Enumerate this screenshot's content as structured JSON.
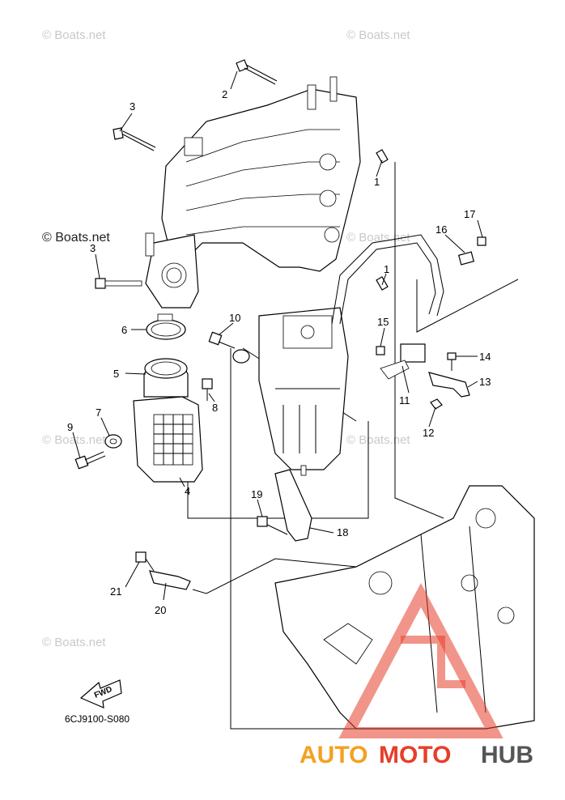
{
  "watermarks": {
    "top_left": "© Boats.net",
    "top_right": "© Boats.net",
    "upper_mid_left": "© Boats.net",
    "upper_mid_right": "© Boats.net",
    "mid_left": "© Boats.net",
    "mid_right": "© Boats.net",
    "lower_left": "© Boats.net"
  },
  "diagram_code": "6CJ9100-S080",
  "fwd_label": "FWD",
  "brand_logo": {
    "auto": "AUTO",
    "moto": "MOTO",
    "hub": "HUB",
    "colors": {
      "auto": "#f4a020",
      "moto": "#e63e2a",
      "hub": "#555555"
    }
  },
  "callouts": [
    {
      "id": "c1a",
      "label": "1"
    },
    {
      "id": "c1b",
      "label": "1"
    },
    {
      "id": "c2",
      "label": "2"
    },
    {
      "id": "c3a",
      "label": "3"
    },
    {
      "id": "c3b",
      "label": "3"
    },
    {
      "id": "c4",
      "label": "4"
    },
    {
      "id": "c5",
      "label": "5"
    },
    {
      "id": "c6",
      "label": "6"
    },
    {
      "id": "c7",
      "label": "7"
    },
    {
      "id": "c8",
      "label": "8"
    },
    {
      "id": "c9",
      "label": "9"
    },
    {
      "id": "c10",
      "label": "10"
    },
    {
      "id": "c11",
      "label": "11"
    },
    {
      "id": "c12",
      "label": "12"
    },
    {
      "id": "c13",
      "label": "13"
    },
    {
      "id": "c14",
      "label": "14"
    },
    {
      "id": "c15",
      "label": "15"
    },
    {
      "id": "c16",
      "label": "16"
    },
    {
      "id": "c17",
      "label": "17"
    },
    {
      "id": "c18",
      "label": "18"
    },
    {
      "id": "c19",
      "label": "19"
    },
    {
      "id": "c20",
      "label": "20"
    },
    {
      "id": "c21",
      "label": "21"
    }
  ]
}
